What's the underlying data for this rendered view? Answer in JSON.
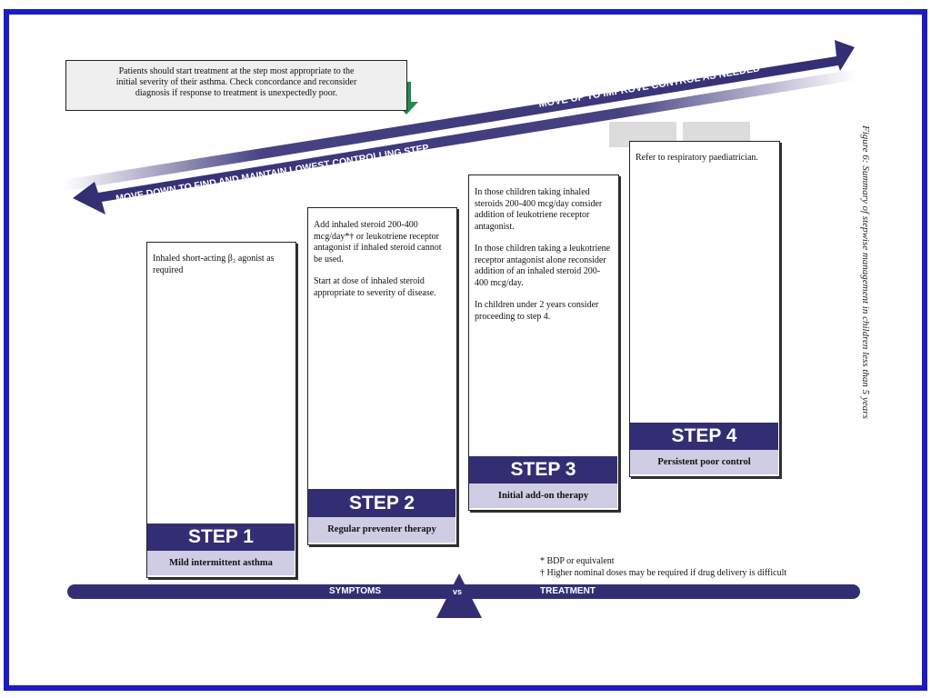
{
  "note": {
    "lines": [
      "Patients should start treatment at the step most appropriate to the",
      "initial severity of their asthma. Check concordance and reconsider",
      "diagnosis if response to treatment is unexpectedly poor."
    ]
  },
  "arrows": {
    "up_label": "MOVE UP TO IMPROVE CONTROL AS NEEDED",
    "down_label": "MOVE DOWN TO FIND AND MAINTAIN LOWEST CONTROLLING STEP"
  },
  "steps": [
    {
      "title": "STEP 1",
      "subtitle": "Mild intermittent asthma",
      "text": [
        "Inhaled short-acting β₂ agonist as required"
      ]
    },
    {
      "title": "STEP 2",
      "subtitle": "Regular preventer therapy",
      "text": [
        "Add inhaled steroid 200-400 mcg/day*† or leukotriene receptor antagonist if inhaled steroid cannot be used.",
        "Start at dose of inhaled steroid appropriate to severity of disease."
      ]
    },
    {
      "title": "STEP 3",
      "subtitle": "Initial add-on therapy",
      "text": [
        "In those children taking inhaled steroids 200-400 mcg/day consider addition of leukotriene receptor antagonist.",
        "In those children taking a leukotriene receptor antagonist alone reconsider addition of an inhaled steroid 200-400 mcg/day.",
        "In children under 2 years consider proceeding to step 4."
      ]
    },
    {
      "title": "STEP 4",
      "subtitle": "Persistent poor control",
      "text": [
        "Refer to respiratory paediatrician."
      ]
    }
  ],
  "footnotes": [
    "* BDP or equivalent",
    "† Higher nominal doses may be required if drug delivery is difficult"
  ],
  "baseline": {
    "left": "SYMPTOMS",
    "middle": "vs",
    "right": "TREATMENT"
  },
  "caption": "Figure 6: Summary of stepwise management in children less than 5 years",
  "colors": {
    "frame": "#1c1cc2",
    "arrow": "#332e74",
    "step_band": "#332e74",
    "step_sub": "#cfcde4"
  }
}
